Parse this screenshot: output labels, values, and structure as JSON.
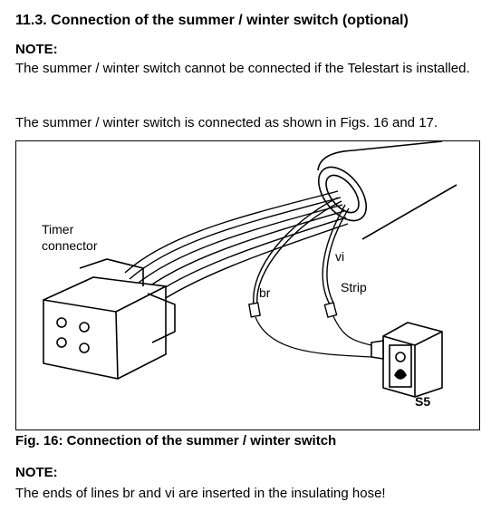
{
  "section": {
    "heading": "11.3.  Connection of the summer / winter switch (optional)"
  },
  "note1": {
    "label": "NOTE:",
    "text": "The summer / winter switch cannot be connected if the Telestart is installed."
  },
  "intro": "The summer / winter switch is connected as shown in Figs. 16 and 17.",
  "figure": {
    "labels": {
      "timer": "Timer\nconnector",
      "vi": "vi",
      "br": "br",
      "strip": "Strip",
      "s5": "S5"
    },
    "caption": "Fig. 16:   Connection of the summer / winter switch"
  },
  "note2": {
    "label": "NOTE:",
    "text": "The ends of lines br and vi are inserted in the insulating hose!"
  }
}
